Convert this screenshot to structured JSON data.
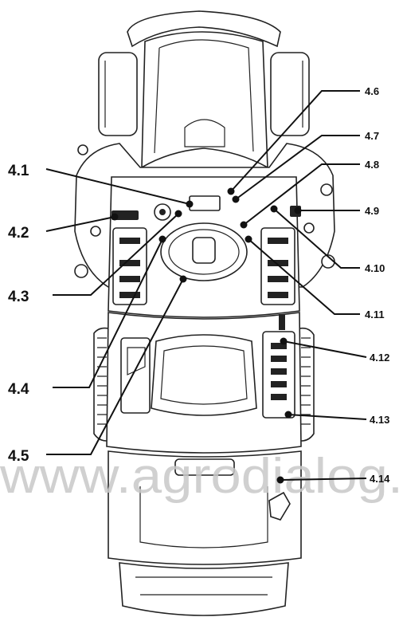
{
  "watermark": "www.agrodialog.",
  "callouts": [
    {
      "id": "4.1",
      "label": "4.1"
    },
    {
      "id": "4.2",
      "label": "4.2"
    },
    {
      "id": "4.3",
      "label": "4.3"
    },
    {
      "id": "4.4",
      "label": "4.4"
    },
    {
      "id": "4.5",
      "label": "4.5"
    },
    {
      "id": "4.6",
      "label": "4.6"
    },
    {
      "id": "4.7",
      "label": "4.7"
    },
    {
      "id": "4.8",
      "label": "4.8"
    },
    {
      "id": "4.9",
      "label": "4.9"
    },
    {
      "id": "4.10",
      "label": "4.10"
    },
    {
      "id": "4.11",
      "label": "4.11"
    },
    {
      "id": "4.12",
      "label": "4.12"
    },
    {
      "id": "4.13",
      "label": "4.13"
    },
    {
      "id": "4.14",
      "label": "4.14"
    }
  ]
}
